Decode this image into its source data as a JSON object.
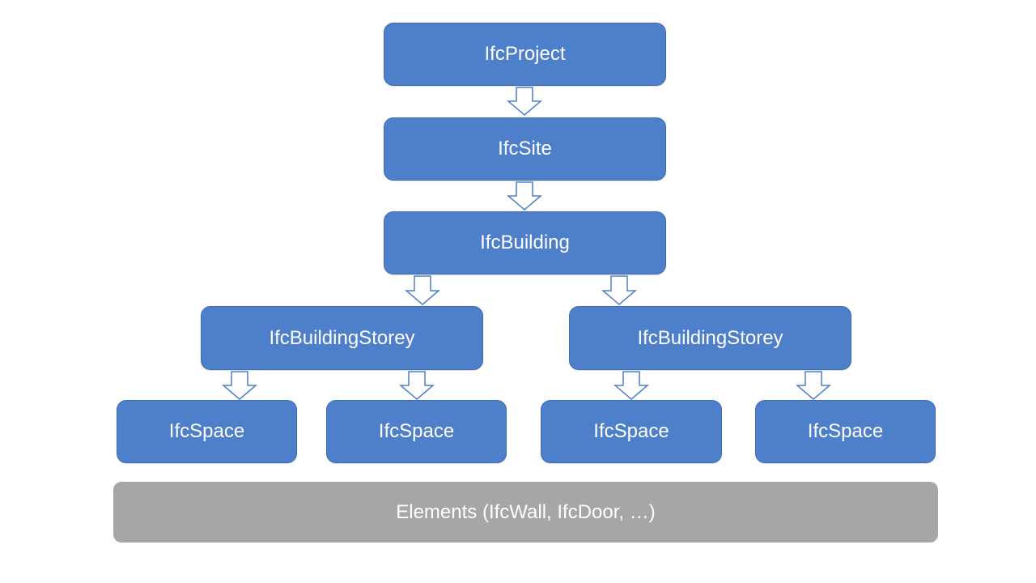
{
  "diagram": {
    "nodes": {
      "project": "IfcProject",
      "site": "IfcSite",
      "building": "IfcBuilding",
      "storeys": [
        "IfcBuildingStorey",
        "IfcBuildingStorey"
      ],
      "spaces": [
        "IfcSpace",
        "IfcSpace",
        "IfcSpace",
        "IfcSpace"
      ],
      "elements": "Elements (IfcWall, IfcDoor, …)"
    },
    "edges": [
      {
        "from": "IfcProject",
        "to": "IfcSite"
      },
      {
        "from": "IfcSite",
        "to": "IfcBuilding"
      },
      {
        "from": "IfcBuilding",
        "to": "IfcBuildingStorey (1)"
      },
      {
        "from": "IfcBuilding",
        "to": "IfcBuildingStorey (2)"
      },
      {
        "from": "IfcBuildingStorey (1)",
        "to": "IfcSpace (1)"
      },
      {
        "from": "IfcBuildingStorey (1)",
        "to": "IfcSpace (2)"
      },
      {
        "from": "IfcBuildingStorey (2)",
        "to": "IfcSpace (3)"
      },
      {
        "from": "IfcBuildingStorey (2)",
        "to": "IfcSpace (4)"
      }
    ],
    "colors": {
      "node_fill": "#4e7fcb",
      "node_border": "#3f6db3",
      "elements_fill": "#a6a6a6",
      "arrow_stroke": "#4e7fcb",
      "text": "#ffffff"
    },
    "icons": {
      "arrow": "hollow-down-arrow-icon"
    }
  }
}
